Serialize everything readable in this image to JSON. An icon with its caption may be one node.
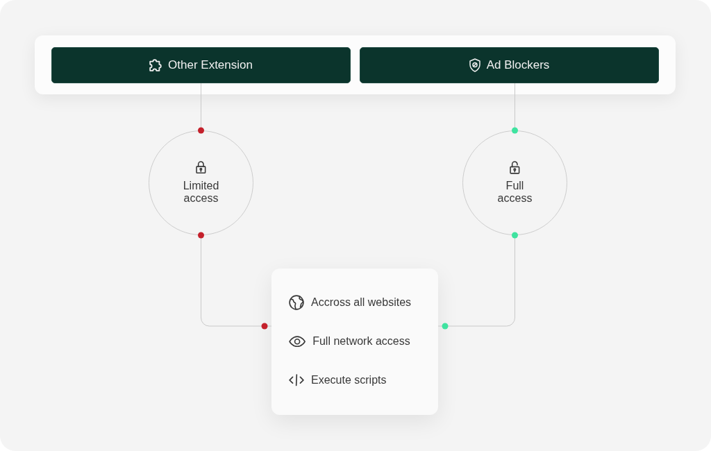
{
  "diagram": {
    "nodes": [
      {
        "text": [],
        "shape": "box"
      },
      {
        "text": [
          "Other Extension"
        ],
        "in": 0
      },
      {
        "text": [
          "Ad Blockers"
        ],
        "in": 0
      },
      {
        "text": [
          "Limited access"
        ]
      },
      {
        "text": [
          "Full access"
        ]
      },
      {
        "text": [
          "Accross all websites",
          "Full network access",
          "Execute scripts"
        ]
      }
    ],
    "edges": [
      {
        "from": 1,
        "to": 3,
        "arrow": "other"
      },
      {
        "from": 3,
        "to": 5,
        "arrow": "other"
      },
      {
        "from": 2,
        "to": 4,
        "arrow": "other"
      },
      {
        "from": 4,
        "to": 5,
        "arrow": "other"
      }
    ]
  }
}
